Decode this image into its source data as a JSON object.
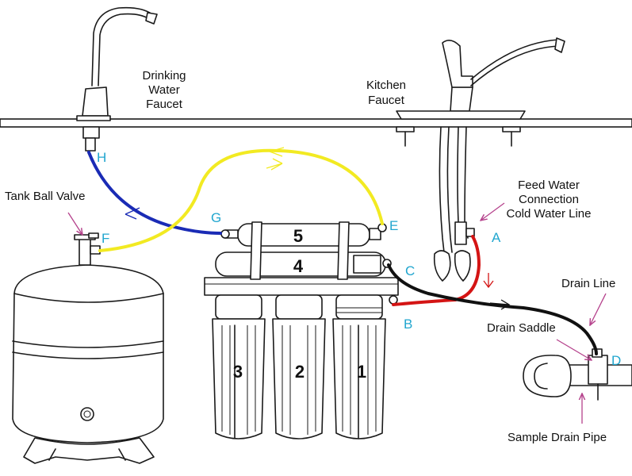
{
  "colors": {
    "tube_blue": "#1a2bb5",
    "tube_yellow": "#f2ea22",
    "tube_red": "#d41414",
    "tube_black": "#111111",
    "letter_cyan": "#21a6cf",
    "pointer_magenta": "#b5428c",
    "outline": "#1a1a1a"
  },
  "labels": {
    "drinking_faucet": [
      "Drinking",
      "Water",
      "Faucet"
    ],
    "kitchen_faucet": [
      "Kitchen",
      "Faucet"
    ],
    "tank_ball_valve": "Tank Ball Valve",
    "feed_water": [
      "Feed Water",
      "Connection",
      "Cold Water Line"
    ],
    "drain_line": "Drain Line",
    "drain_saddle": "Drain Saddle",
    "sample_drain_pipe": "Sample Drain Pipe"
  },
  "connection_points": {
    "a": "A",
    "b": "B",
    "c": "C",
    "d": "D",
    "e": "E",
    "f": "F",
    "g": "G",
    "h": "H"
  },
  "stages": {
    "s1": "1",
    "s2": "2",
    "s3": "3",
    "s4": "4",
    "s5": "5"
  },
  "icons": [
    "drinking-faucet-icon",
    "kitchen-faucet-icon",
    "storage-tank-icon",
    "filter-housing-icon",
    "membrane-icon",
    "drain-pipe-icon",
    "flow-arrow-icon"
  ]
}
